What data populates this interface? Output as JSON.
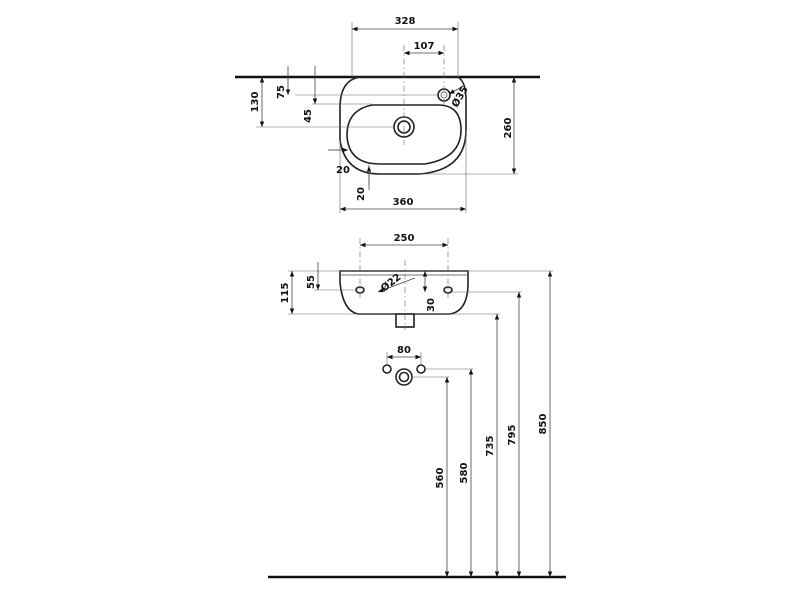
{
  "top_view": {
    "width_top": "328",
    "tap_offset": "107",
    "tap_hole": "Ø35",
    "depth_130": "130",
    "depth_75": "75",
    "depth_45": "45",
    "height_260": "260",
    "margin_20_left": "20",
    "margin_20_bottom": "20",
    "width_360": "360"
  },
  "front_view": {
    "width_250": "250",
    "height_115": "115",
    "height_55": "55",
    "bolt_hole": "Ø22",
    "height_30": "30"
  },
  "waste_view": {
    "spacing_80": "80"
  },
  "elevations": {
    "h560": "560",
    "h580": "580",
    "h735": "735",
    "h795": "795",
    "h850": "850"
  }
}
